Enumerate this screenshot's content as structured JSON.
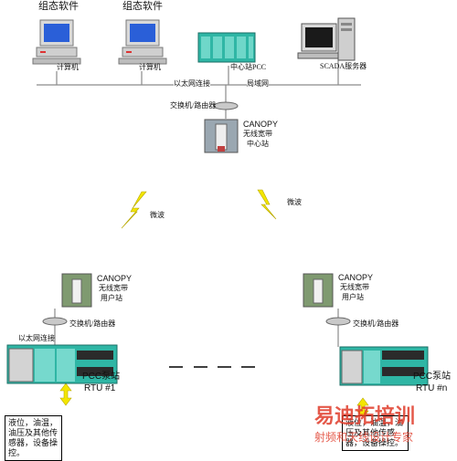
{
  "labels": {
    "software_left": "组态软件",
    "software_right": "组态软件",
    "computer_left": "计算机",
    "computer_right": "计算机",
    "central_pcc": "中心站PCC",
    "scada_server": "SCADA服务器",
    "ethernet_top": "以太网连接",
    "lan": "局域网",
    "switch_top": "交换机/路由器",
    "canopy_center_title": "CANOPY",
    "canopy_center_l2": "无线宽带",
    "canopy_center_l3": "中心站",
    "microwave_left": "微波",
    "microwave_right": "微波",
    "canopy_user_left_title": "CANOPY",
    "canopy_user_left_l2": "无线宽带",
    "canopy_user_left_l3": "用户站",
    "canopy_user_right_title": "CANOPY",
    "canopy_user_right_l2": "无线宽带",
    "canopy_user_right_l3": "用户站",
    "switch_left": "交换机/路由器",
    "switch_right": "交换机/路由器",
    "ethernet_left": "以太网连接",
    "pcc_left_l1": "PCC泵站",
    "pcc_left_l2": "RTU #1",
    "pcc_right_l1": "PCC泵站",
    "pcc_right_l2": "RTU #n",
    "note_left": "液位，油温，油压及其他传感器，设备操控。",
    "note_right": "液位，油温，油压及其他传感器，设备操控。",
    "watermark_main": "易迪拓培训",
    "watermark_sub": "射频和天线设计专家"
  },
  "colors": {
    "line": "#8a8a8a",
    "lightning": "#f3e600",
    "pcc_green": "#2fb6a5",
    "watermark": "#e03b2a"
  }
}
